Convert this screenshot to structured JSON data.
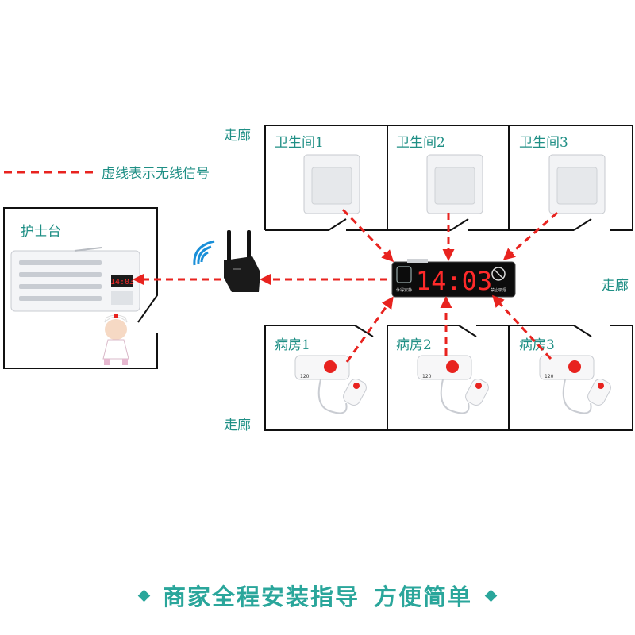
{
  "labels": {
    "corridor": "走廊",
    "legend_text": "虚线表示无线信号",
    "nurse_station": "护士台",
    "bathrooms": [
      "卫生间1",
      "卫生间2",
      "卫生间3"
    ],
    "wards": [
      "病房1",
      "病房2",
      "病房3"
    ],
    "device_small_text": "120",
    "display_time": "14:03",
    "display_left_caption": "休得安静",
    "display_right_caption": "禁止吸烟",
    "host_display": "14:03"
  },
  "caption": {
    "left_icon": "diamond-icon",
    "text_main": "商家全程安装指导",
    "text_sub": "方便简单",
    "right_icon": "diamond-icon"
  },
  "colors": {
    "signal": "#e8231f",
    "label": "#1f8f85",
    "caption": "#2aa69b",
    "wifi": "#1a8fd8",
    "display_digits": "#ff2a2a"
  }
}
